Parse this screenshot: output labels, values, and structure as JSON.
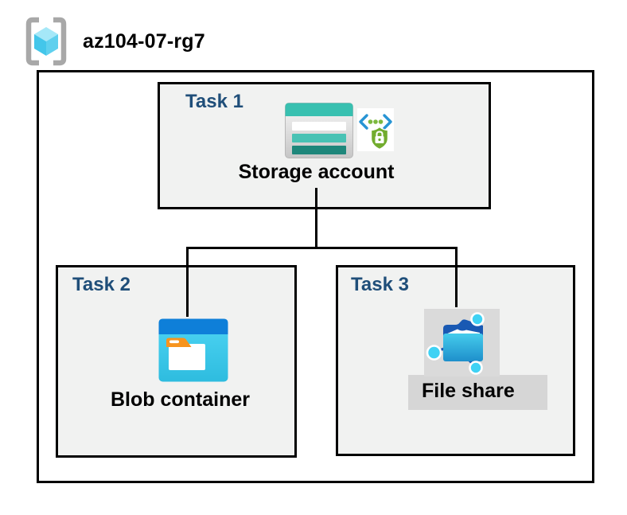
{
  "header": {
    "title": "az104-07-rg7",
    "icon": "resource-group-icon"
  },
  "diagram": {
    "tasks": [
      {
        "label": "Task 1",
        "item": "Storage account",
        "icons": [
          "storage-account-icon",
          "secure-code-shield-icon"
        ]
      },
      {
        "label": "Task 2",
        "item": "Blob container",
        "icons": [
          "blob-container-icon"
        ]
      },
      {
        "label": "Task 3",
        "item": "File share",
        "icons": [
          "file-share-icon"
        ]
      }
    ],
    "connections": [
      {
        "from": "Storage account",
        "to": "Blob container"
      },
      {
        "from": "Storage account",
        "to": "File share"
      }
    ]
  },
  "colors": {
    "task_label": "#1F4E79",
    "task_box_fill": "#F1F2F1",
    "box_border": "#000000",
    "storage_teal": "#38C0B0",
    "storage_teal_dark": "#1E877B",
    "blob_header_blue": "#0E7FD9",
    "blob_body_cyan": "#3FC9EA",
    "folder_tab_orange": "#F7941E",
    "shield_green": "#72AC2E",
    "bracket_blue": "#2794D4",
    "fileshare_navy": "#1959B3",
    "node_cyan": "#3FD2F4",
    "icon_gray_bg": "#DADADA",
    "label_band_gray": "#D6D6D6",
    "cube_cyan_top": "#A5E8F8",
    "cube_cyan_left": "#43C6EA",
    "cube_cyan_right": "#5FD0EE"
  }
}
